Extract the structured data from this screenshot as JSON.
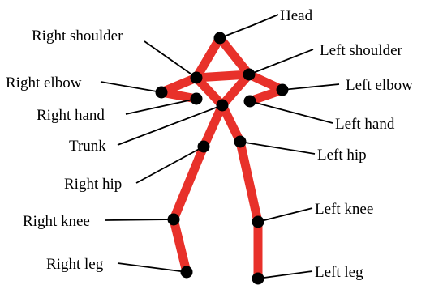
{
  "colors": {
    "skeleton": "#e8312a",
    "joint": "#000000",
    "text": "#000000",
    "background": "#ffffff"
  },
  "labels": {
    "head": "Head",
    "right_shoulder": "Right shoulder",
    "left_shoulder": "Left shoulder",
    "right_elbow": "Right elbow",
    "left_elbow": "Left elbow",
    "right_hand": "Right hand",
    "left_hand": "Left hand",
    "trunk": "Trunk",
    "right_hip": "Right hip",
    "left_hip": "Left hip",
    "right_knee": "Right knee",
    "left_knee": "Left knee",
    "right_leg": "Right leg",
    "left_leg": "Left leg"
  }
}
